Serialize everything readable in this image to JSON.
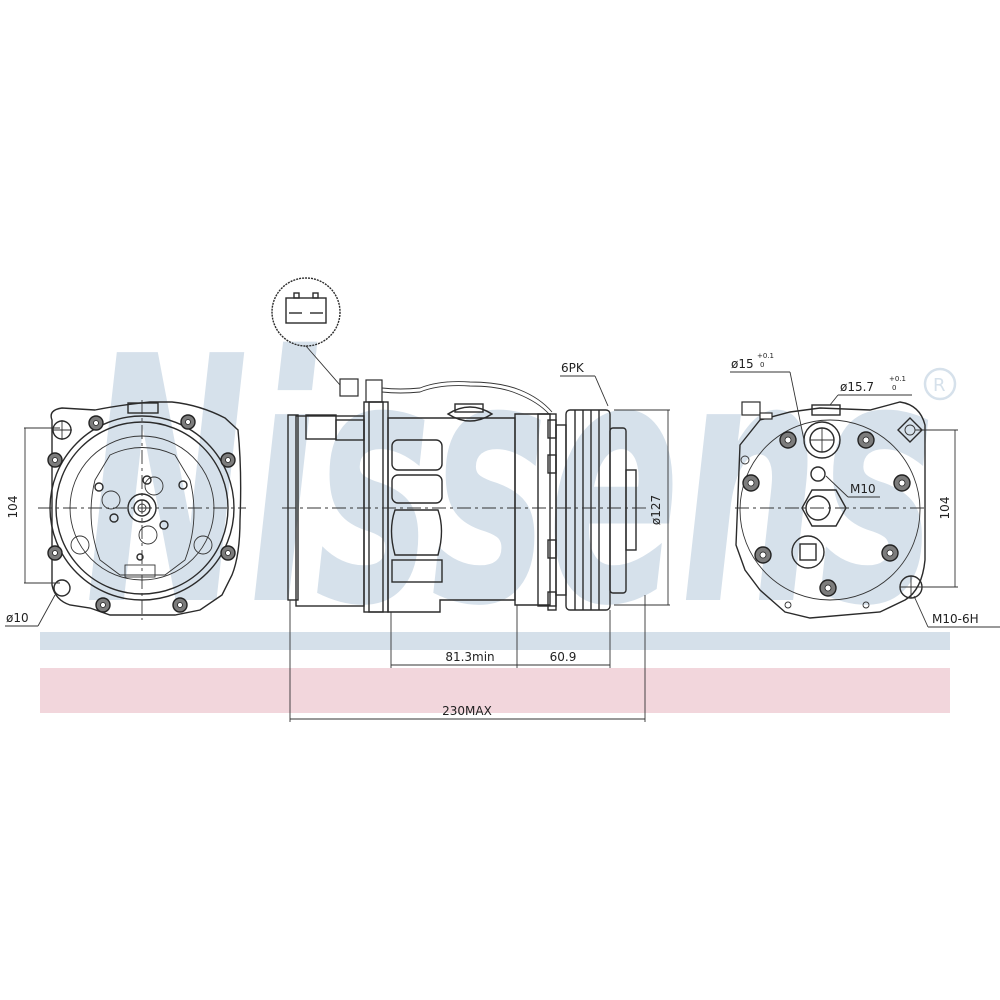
{
  "watermark": {
    "brand": "Nissens",
    "registered_mark": "®",
    "color": "#d6e1eb"
  },
  "bands": {
    "blue": "#d5e0ea",
    "pink": "#f2d6dc"
  },
  "line_color": "#2b2b2b",
  "views": {
    "front": {
      "dim_bolt_spacing": "104",
      "dim_hole_dia": "ø10"
    },
    "side": {
      "pulley_label": "6PK",
      "pulley_dia": "ø127",
      "dim_body": "81.3min",
      "dim_clutch": "60.9",
      "dim_total": "230MAX"
    },
    "rear": {
      "port1_dia": "ø15",
      "port1_tol": "+0.1 / 0",
      "port2_dia": "ø15.7",
      "port2_tol": "+0.1 / 0",
      "thread_center": "M10",
      "dim_bolt_spacing": "104",
      "mount_thread": "M10-6H"
    }
  }
}
